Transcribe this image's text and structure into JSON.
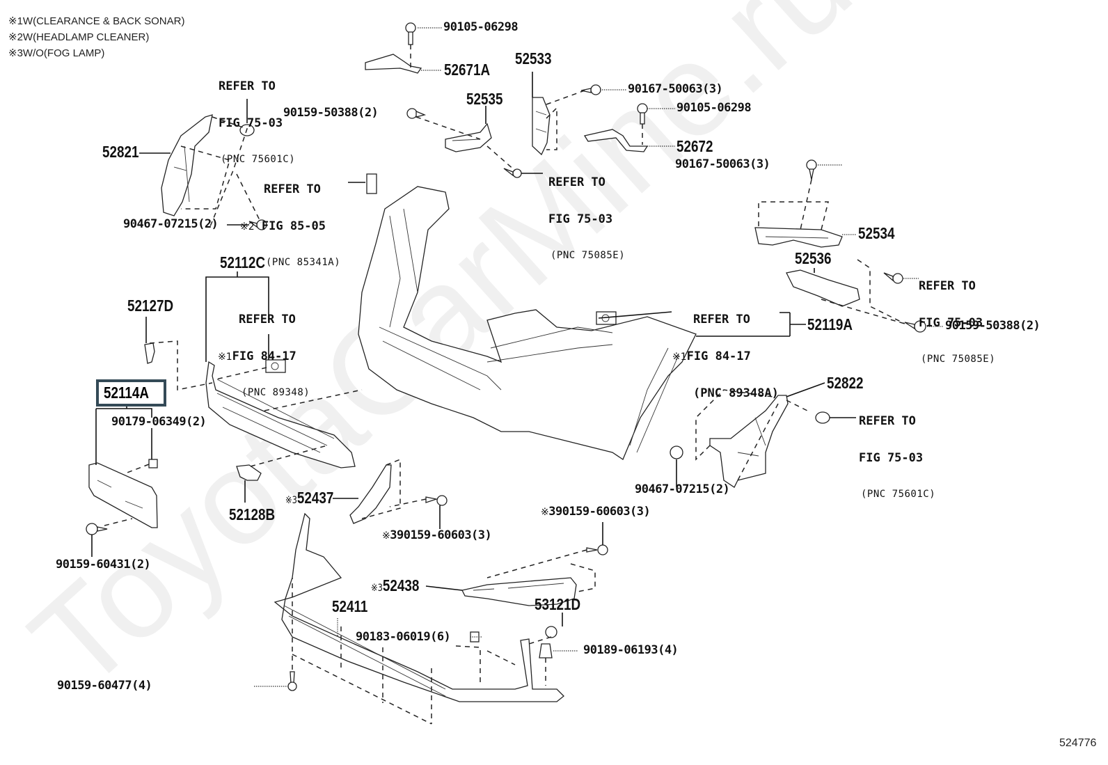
{
  "notes": [
    {
      "mark": "※1",
      "text": "W(CLEARANCE & BACK SONAR)"
    },
    {
      "mark": "※2",
      "text": "W(HEADLAMP CLEANER)"
    },
    {
      "mark": "※3",
      "text": "W/O(FOG LAMP)"
    }
  ],
  "figure_id": "524776",
  "watermark": "ToyotaCarMine.ru",
  "highlighted_part": "52114A",
  "parts": {
    "p90105_top": "90105-06298",
    "p52671A": "52671A",
    "p52533": "52533",
    "p90167_a": "90167-50063(3)",
    "p90105_b": "90105-06298",
    "p52535": "52535",
    "p90159_50388_a": "90159-50388(2)",
    "p52672": "52672",
    "p90167_b": "90167-50063(3)",
    "p52821": "52821",
    "p90467_a": "90467-07215(2)",
    "p52534": "52534",
    "p52536": "52536",
    "p90159_50388_b": "90159-50388(2)",
    "p52112C": "52112C",
    "p52127D": "52127D",
    "p52119A": "52119A",
    "p52114A": "52114A",
    "p90179": "90179-06349(2)",
    "p52822": "52822",
    "p90467_b": "90467-07215(2)",
    "p52128B": "52128B",
    "p52437": "52437",
    "p90159_60603_a": "390159-60603(3)",
    "p90159_60603_b": "390159-60603(3)",
    "p90159_60431": "90159-60431(2)",
    "p52438": "52438",
    "p52411": "52411",
    "p53121D": "53121D",
    "p90183": "90183-06019(6)",
    "p90189": "90189-06193(4)",
    "p90159_60477": "90159-60477(4)"
  },
  "refs": {
    "r1": {
      "line1": "REFER TO",
      "line2": "FIG 75-03",
      "pnc": "(PNC 75601C)"
    },
    "r2": {
      "line1": "REFER TO",
      "line2": "FIG 85-05",
      "pnc": "(PNC 85341A)",
      "mark": "※2"
    },
    "r3": {
      "line1": "REFER TO",
      "line2": "FIG 75-03",
      "pnc": "(PNC 75085E)"
    },
    "r4": {
      "line1": "REFER TO",
      "line2": "FIG 75-03",
      "pnc": "(PNC 75085E)"
    },
    "r5": {
      "line1": "REFER TO",
      "line2": "FIG 84-17",
      "pnc": "(PNC 89348)",
      "mark": "※1"
    },
    "r6": {
      "line1": "REFER TO",
      "line2": "FIG 84-17",
      "pnc": "(PNC 89348A)",
      "mark": "※1"
    },
    "r7": {
      "line1": "REFER TO",
      "line2": "FIG 75-03",
      "pnc": "(PNC 75601C)"
    }
  },
  "marks": {
    "m52437": "※3",
    "m52438": "※3",
    "m60603a": "※",
    "m60603b": "※"
  }
}
